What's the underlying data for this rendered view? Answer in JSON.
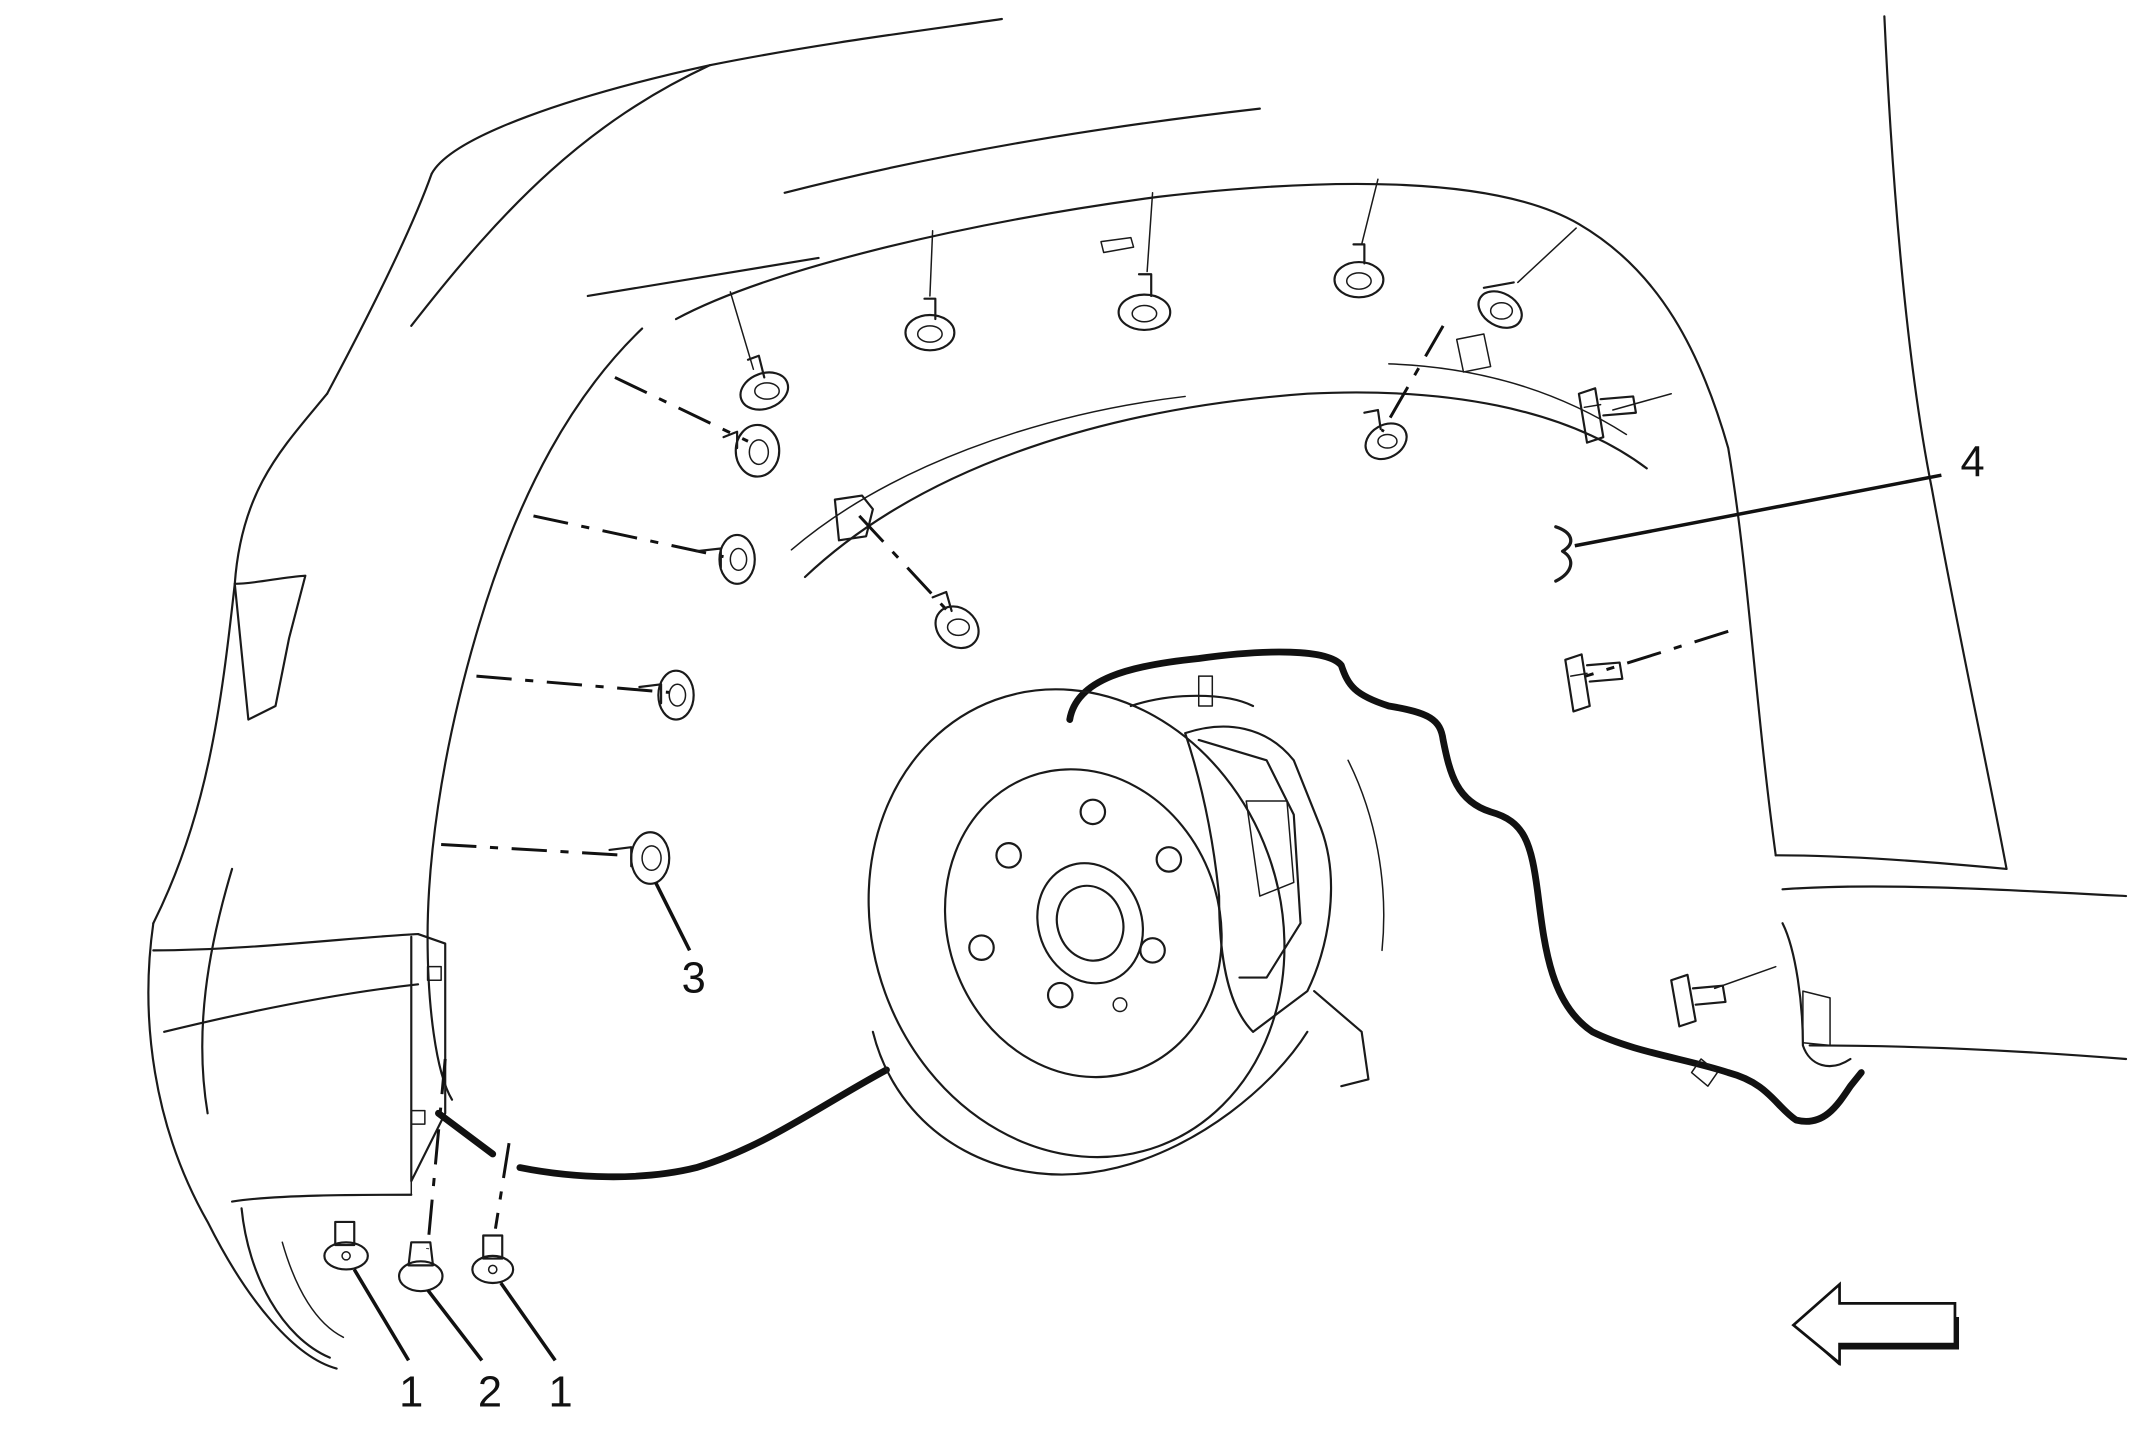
{
  "callouts": [
    {
      "id": "callout-1-left",
      "label": "1"
    },
    {
      "id": "callout-2",
      "label": "2"
    },
    {
      "id": "callout-1-right",
      "label": "1"
    },
    {
      "id": "callout-3",
      "label": "3"
    },
    {
      "id": "callout-4",
      "label": "4"
    }
  ],
  "icons": {
    "direction_arrow": "left-arrow-icon"
  }
}
